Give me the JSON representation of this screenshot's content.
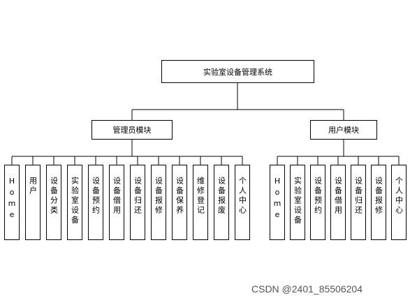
{
  "root": {
    "label": "实验室设备管理系统"
  },
  "modules": [
    {
      "label": "管理员模块",
      "children": [
        "Home",
        "用户",
        "设备分类",
        "实验室设备",
        "设备预约",
        "设备借用",
        "设备归还",
        "设备报修",
        "设备保养",
        "维修登记",
        "设备报废",
        "个人中心"
      ]
    },
    {
      "label": "用户模块",
      "children": [
        "Home",
        "实验室设备",
        "设备预约",
        "设备借用",
        "设备归还",
        "设备报修",
        "个人中心"
      ]
    }
  ],
  "watermark": "CSDN @2401_85506204",
  "colors": {
    "line": "#000000",
    "box_border": "#000000",
    "watermark": "#555555"
  }
}
